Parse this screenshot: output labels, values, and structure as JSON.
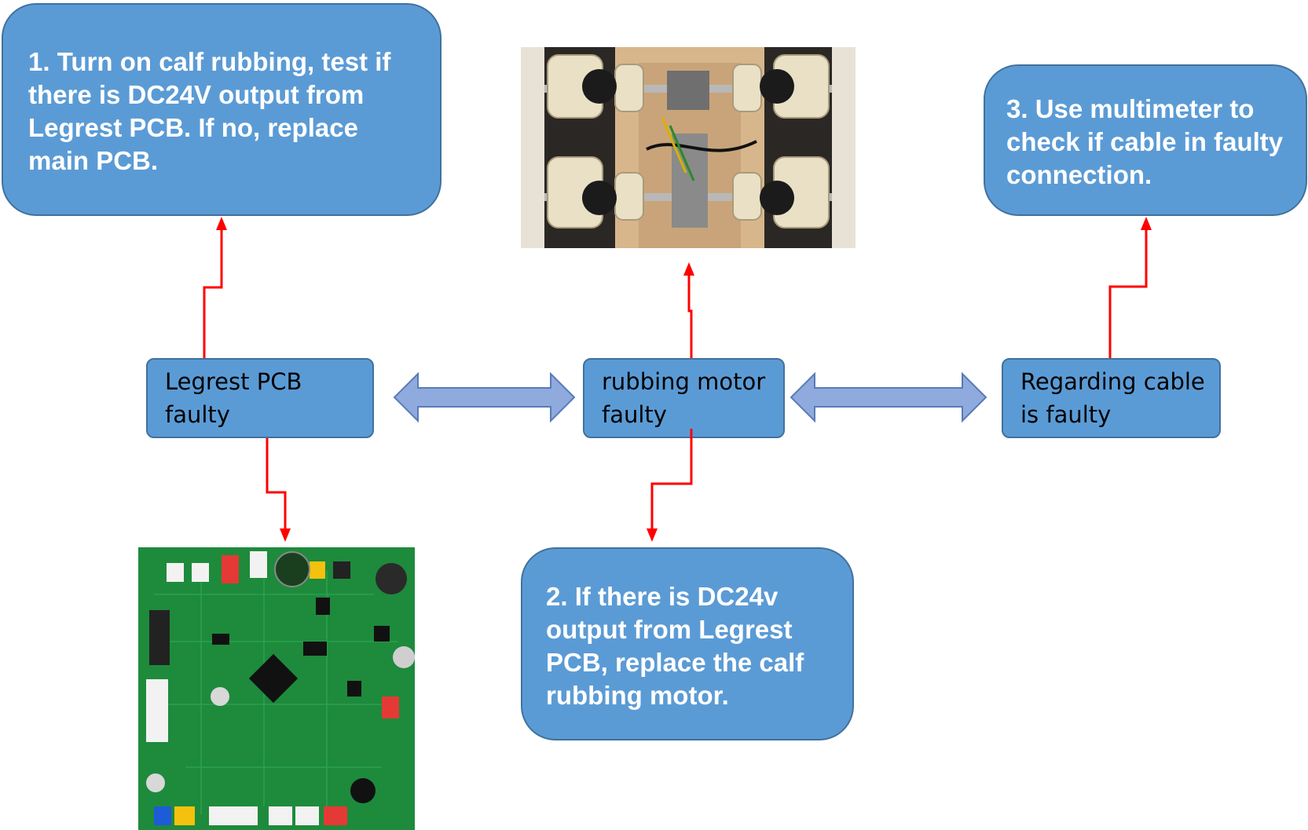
{
  "callouts": {
    "step1": "1. Turn on calf rubbing, test if there is DC24V output from Legrest PCB. If no, replace main PCB.",
    "step2": "2. If there is DC24v output from Legrest PCB, replace the calf rubbing motor.",
    "step3": "3. Use multimeter to check if cable in faulty connection."
  },
  "nodes": {
    "legrest_pcb": "Legrest  PCB faulty",
    "rubbing_motor": "rubbing motor faulty",
    "cable": "Regarding cable is faulty"
  },
  "colors": {
    "box_fill": "#5b9bd5",
    "box_border": "#41719c",
    "connector_red": "#ff0000",
    "double_arrow_fill": "#8faadc"
  }
}
